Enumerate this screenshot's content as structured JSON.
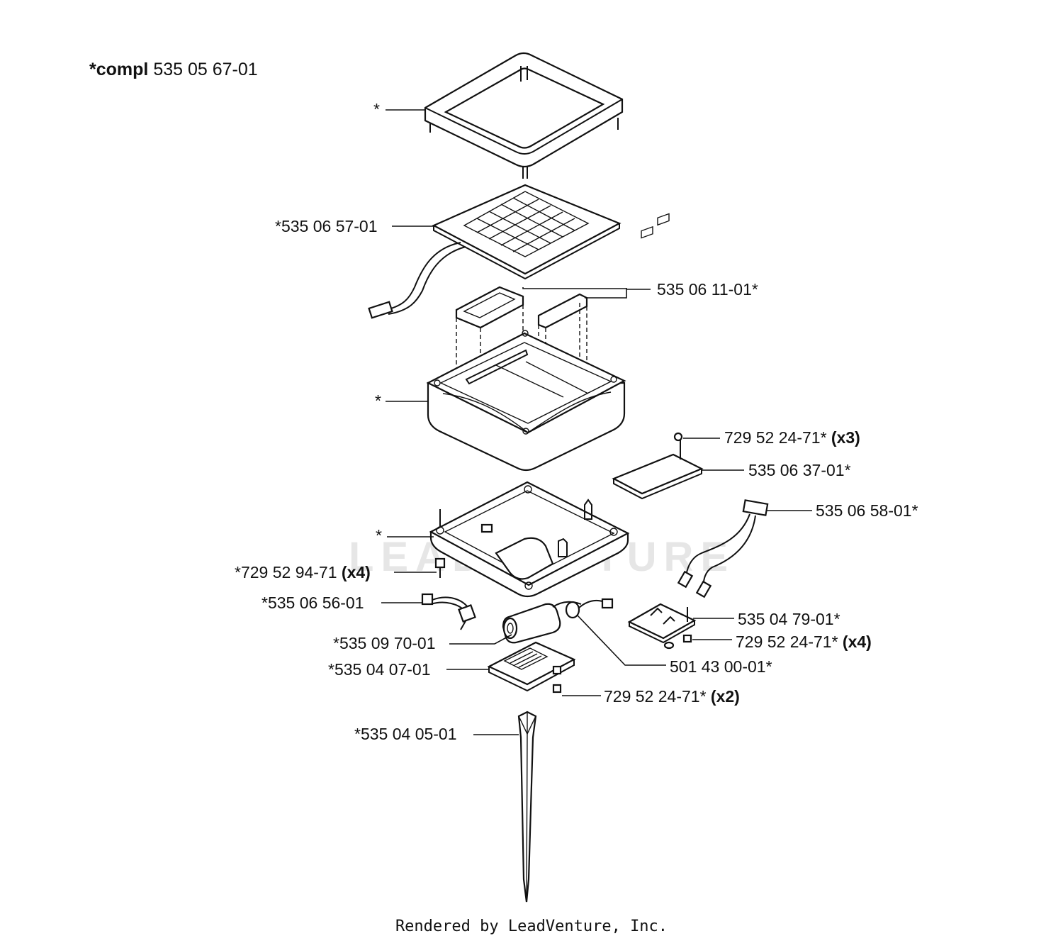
{
  "header": {
    "compl_prefix": "*compl",
    "compl_number": "535 05 67-01"
  },
  "labels": {
    "cover": "*",
    "solar_panel": "*535 06 57-01",
    "battery_holders": "535 06 11-01*",
    "housing": "*",
    "screw_board": "729 52 24-71*",
    "screw_board_qty": "(x3)",
    "circuit_board": "535 06 37-01*",
    "cable_plug": "535 06 58-01*",
    "base": "*",
    "base_screw": "*729 52 94-71",
    "base_screw_qty": "(x4)",
    "cable_switch": "*535 06 56-01",
    "capacitor": "*535 09 70-01",
    "battery_cover": "*535 04 07-01",
    "ferrite": "501 43 00-01*",
    "bracket": "535 04 79-01*",
    "bracket_screw": "729 52 24-71*",
    "bracket_screw_qty": "(x4)",
    "cover_screw": "729 52 24-71*",
    "cover_screw_qty": "(x2)",
    "stake": "*535 04 05-01"
  },
  "watermark": "LEADVENTURE",
  "footer": "Rendered by LeadVenture, Inc."
}
